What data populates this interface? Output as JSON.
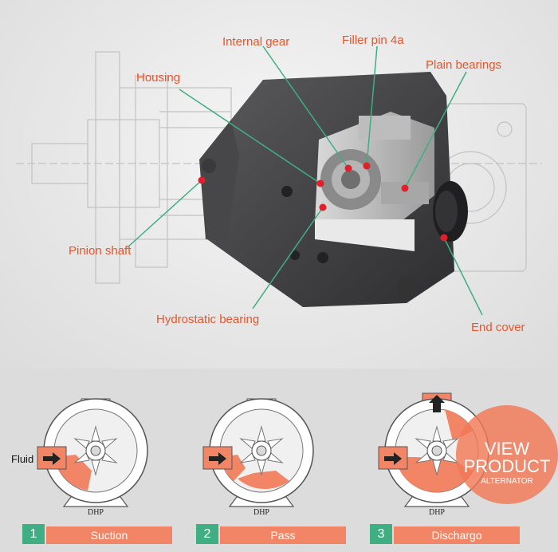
{
  "labels": {
    "internal_gear": "Internal gear",
    "filler_pin": "Filler pin 4a",
    "plain_bearings": "Plain bearings",
    "housing": "Housing",
    "pinion_shaft": "Pinion shaft",
    "hydrostatic_bearing": "Hydrostatic bearing",
    "end_cover": "End cover"
  },
  "pumps": {
    "side_label": "Fluid",
    "brand": "DHP"
  },
  "steps": [
    {
      "num": "1",
      "label": "Suction"
    },
    {
      "num": "2",
      "label": "Pass"
    },
    {
      "num": "3",
      "label": "Dischargo"
    }
  ],
  "promo": {
    "line1": "VIEW",
    "line2": "PRODUCT",
    "line3": "ALTERNATOR"
  },
  "colors": {
    "label": "#e8552b",
    "leader": "#3fae82",
    "dot": "#e0202a",
    "step_number_bg": "#3fae82",
    "step_label_bg": "#f28565"
  }
}
